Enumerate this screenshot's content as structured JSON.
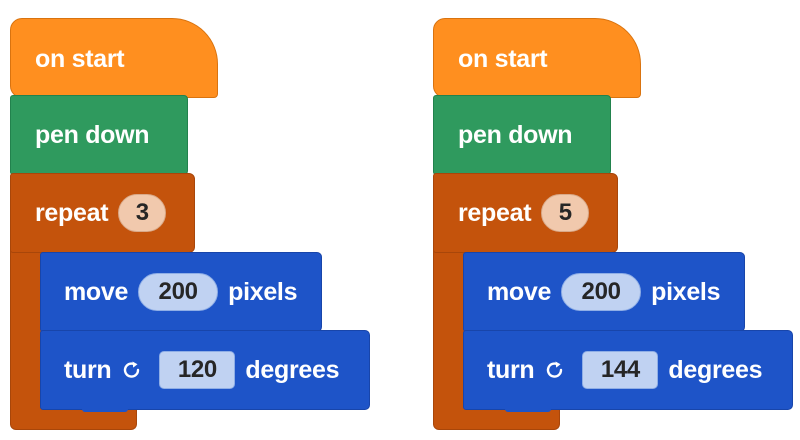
{
  "stacks": [
    {
      "hat": "on start",
      "pen": "pen down",
      "repeat": {
        "label": "repeat",
        "count": "3"
      },
      "move": {
        "label": "move",
        "value": "200",
        "unit": "pixels"
      },
      "turn": {
        "label": "turn",
        "icon": "rotate-clockwise-icon",
        "value": "120",
        "unit": "degrees"
      }
    },
    {
      "hat": "on start",
      "pen": "pen down",
      "repeat": {
        "label": "repeat",
        "count": "5"
      },
      "move": {
        "label": "move",
        "value": "200",
        "unit": "pixels"
      },
      "turn": {
        "label": "turn",
        "icon": "rotate-clockwise-icon",
        "value": "144",
        "unit": "degrees"
      }
    }
  ],
  "colors": {
    "events": "#ff8f1f",
    "pen": "#2f9a5e",
    "loops": "#c4530c",
    "motion": "#1e54c8",
    "number_input": "#c0d2f2",
    "count_input": "#f1c9ad"
  }
}
